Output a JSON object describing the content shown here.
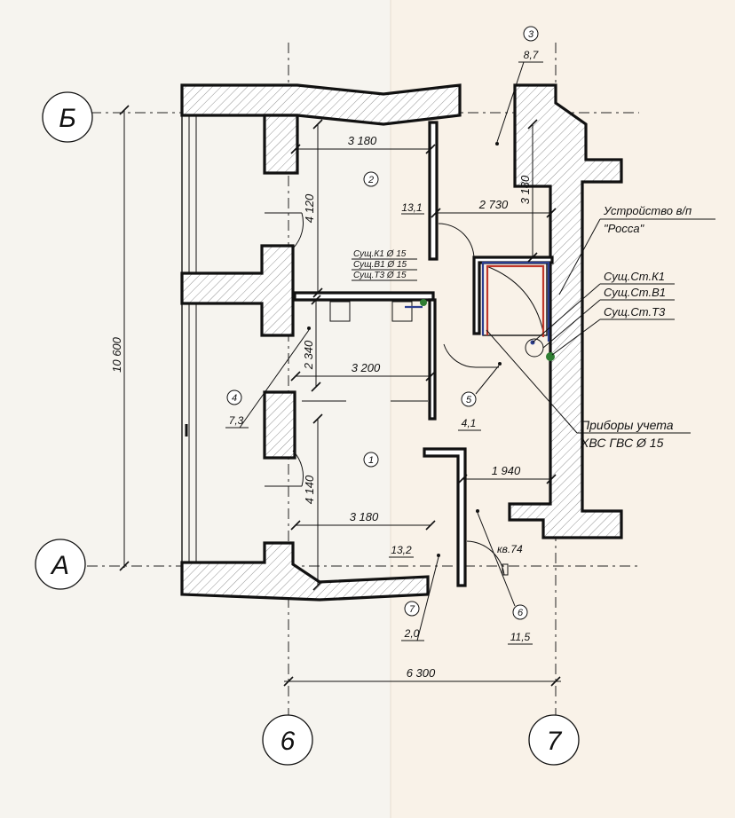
{
  "axes": {
    "horizontal": [
      {
        "label": "Б"
      },
      {
        "label": "А"
      }
    ],
    "vertical": [
      {
        "label": "6"
      },
      {
        "label": "7"
      }
    ]
  },
  "dimensions": {
    "overall_height": "10 600",
    "overall_width": "6 300",
    "room2_width": "3 180",
    "room2_height": "4 120",
    "room3_width": "2 730",
    "room3_height": "3 180",
    "room4_height": "2 340",
    "room4_width": "3 200",
    "room1_height": "4 140",
    "room1_width": "3 180",
    "room6_width": "1 940"
  },
  "rooms": [
    {
      "number": "1",
      "area": ""
    },
    {
      "number": "2",
      "area": "13,1"
    },
    {
      "number": "3",
      "area": "8,7"
    },
    {
      "number": "4",
      "area": "7,3"
    },
    {
      "number": "5",
      "area": "4,1"
    },
    {
      "number": "6",
      "area": "11,5"
    },
    {
      "number": "7",
      "area": "2,0"
    }
  ],
  "room1_area_label": "13,2",
  "apartment_label": "кв.74",
  "pipes_note": [
    "Сущ.К1 Ø 15",
    "Сущ.В1 Ø 15",
    "Сущ.Т3 Ø 15"
  ],
  "callouts": {
    "device_title": "Устройство в/п",
    "device_name": "\"Росса\"",
    "risers": [
      "Сущ.Ст.К1",
      "Сущ.Ст.В1",
      "Сущ.Ст.Т3"
    ],
    "meters_line1": "Приборы учета",
    "meters_line2": "ХВС ГВС Ø 15"
  },
  "colors": {
    "hot_pipe": "#c0392b",
    "cold_pipe": "#2c3e8f",
    "riser_dot": "#2e7d32"
  }
}
